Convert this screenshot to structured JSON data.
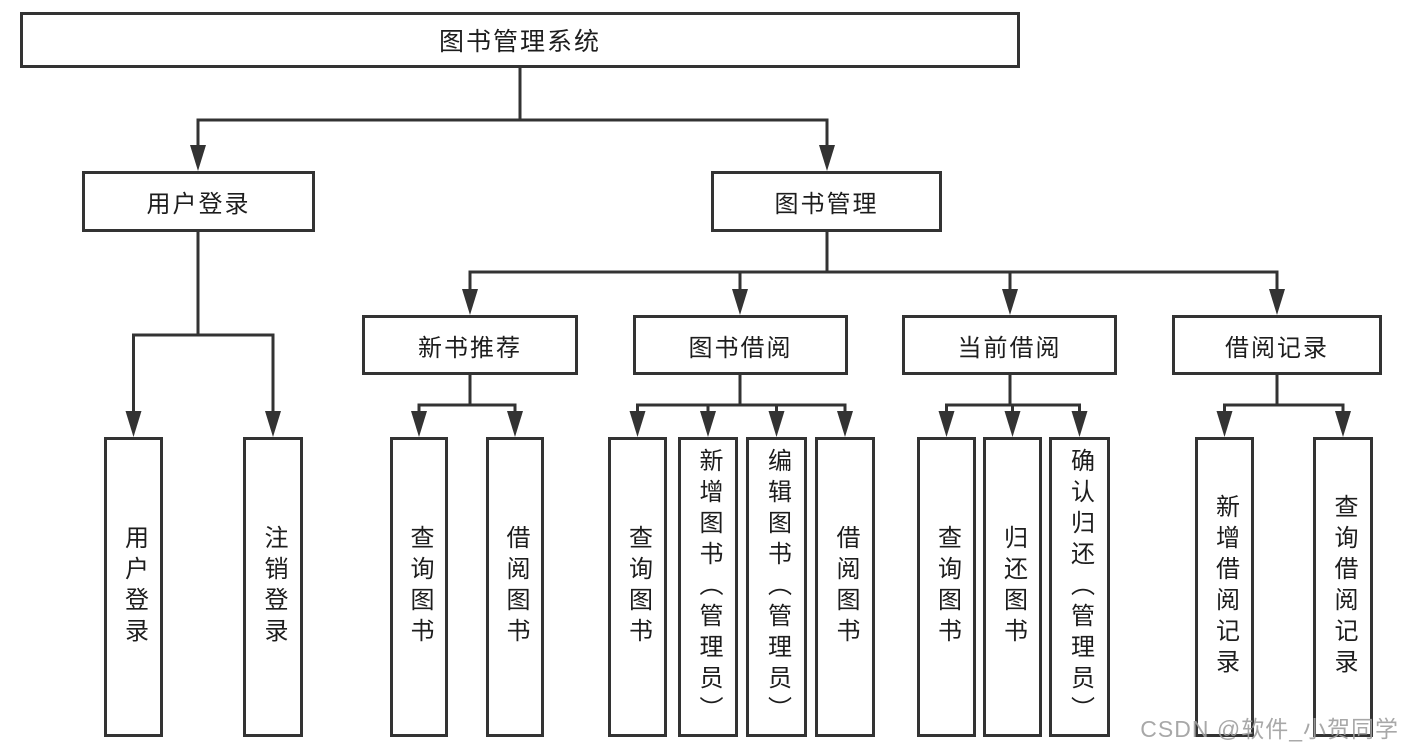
{
  "diagram_title": "图书管理系统",
  "tree": {
    "root": {
      "label": "图书管理系统"
    },
    "children": [
      {
        "label": "用户登录",
        "children": [
          {
            "label": "用户登录"
          },
          {
            "label": "注销登录"
          }
        ]
      },
      {
        "label": "图书管理",
        "children": [
          {
            "label": "新书推荐",
            "children": [
              {
                "label": "查询图书"
              },
              {
                "label": "借阅图书"
              }
            ]
          },
          {
            "label": "图书借阅",
            "children": [
              {
                "label": "查询图书"
              },
              {
                "label": "新增图书（管理员）"
              },
              {
                "label": "编辑图书（管理员）"
              },
              {
                "label": "借阅图书"
              }
            ]
          },
          {
            "label": "当前借阅",
            "children": [
              {
                "label": "查询图书"
              },
              {
                "label": "归还图书"
              },
              {
                "label": "确认归还（管理员）"
              }
            ]
          },
          {
            "label": "借阅记录",
            "children": [
              {
                "label": "新增借阅记录"
              },
              {
                "label": "查询借阅记录"
              }
            ]
          }
        ]
      }
    ]
  },
  "watermark": {
    "text": "CSDN @软件_小贺同学"
  },
  "colors": {
    "line": "#333333",
    "box_border": "#333333",
    "box_background": "#ffffff",
    "text": "#1d1d1d",
    "watermark": "#9e9e9e"
  }
}
